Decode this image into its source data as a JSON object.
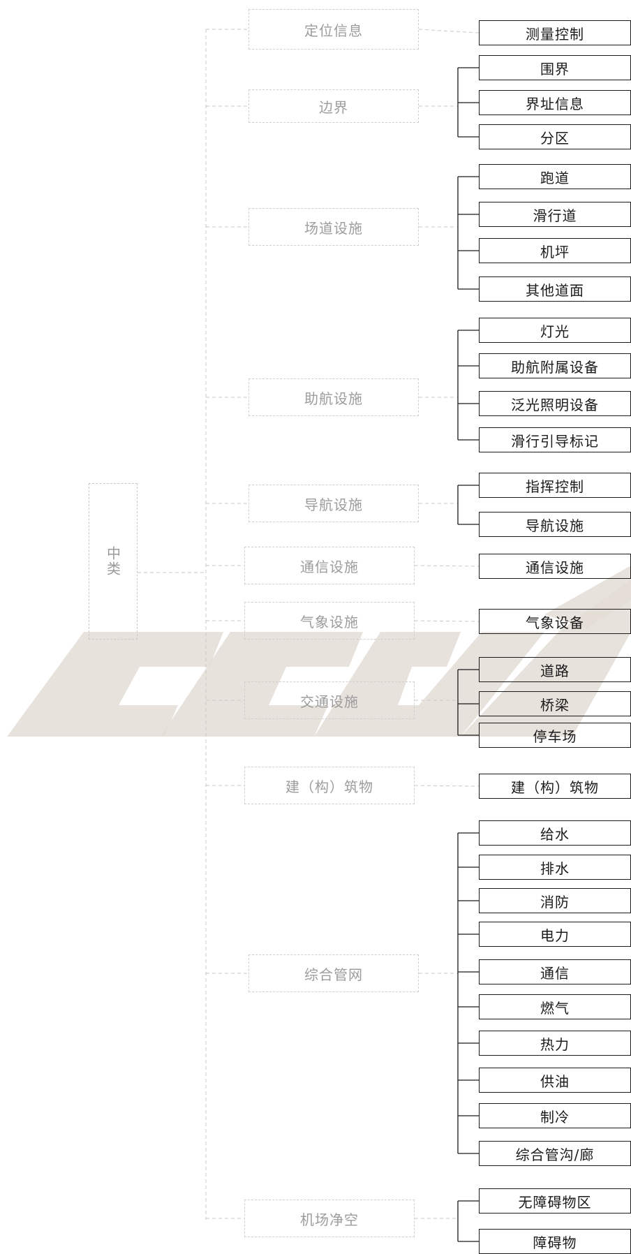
{
  "root": {
    "label": "中类"
  },
  "groups": [
    {
      "label": "定位信息",
      "children": [
        "测量控制"
      ]
    },
    {
      "label": "边界",
      "children": [
        "围界",
        "界址信息",
        "分区"
      ]
    },
    {
      "label": "场道设施",
      "children": [
        "跑道",
        "滑行道",
        "机坪",
        "其他道面"
      ]
    },
    {
      "label": "助航设施",
      "children": [
        "灯光",
        "助航附属设备",
        "泛光照明设备",
        "滑行引导标记"
      ]
    },
    {
      "label": "导航设施",
      "children": [
        "指挥控制",
        "导航设施"
      ]
    },
    {
      "label": "通信设施",
      "children": [
        "通信设施"
      ]
    },
    {
      "label": "气象设施",
      "children": [
        "气象设备"
      ]
    },
    {
      "label": "交通设施",
      "children": [
        "道路",
        "桥梁",
        "停车场"
      ]
    },
    {
      "label": "建（构）筑物",
      "children": [
        "建（构）筑物"
      ]
    },
    {
      "label": "综合管网",
      "children": [
        "给水",
        "排水",
        "消防",
        "电力",
        "通信",
        "燃气",
        "热力",
        "供油",
        "制冷",
        "综合管沟/廊"
      ]
    },
    {
      "label": "机场净空",
      "children": [
        "无障碍物区",
        "障碍物"
      ]
    }
  ],
  "colors": {
    "dashed": "#c8c8c8",
    "solid": "#1a1a1a",
    "mid_text": "#9c9c9c",
    "watermark": "#e3ddd6"
  }
}
